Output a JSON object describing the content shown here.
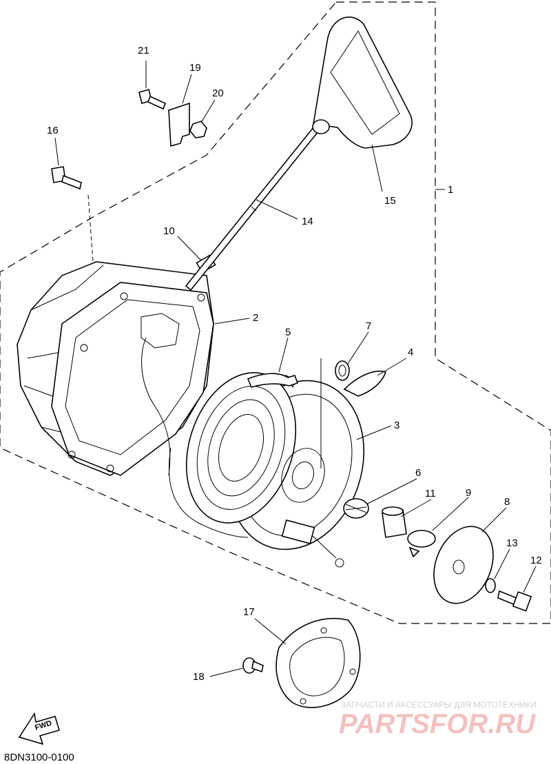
{
  "diagram": {
    "part_numbers": [
      "1",
      "2",
      "3",
      "4",
      "5",
      "6",
      "7",
      "8",
      "9",
      "10",
      "11",
      "12",
      "13",
      "14",
      "15",
      "16",
      "17",
      "18",
      "19",
      "20",
      "21"
    ],
    "forward_marker": "FWD",
    "diagram_code": "8DN3100-0100"
  },
  "watermark": {
    "tagline": "ЗАПЧАСТИ И АКСЕССУАРЫ ДЛЯ МОТОТЕХНИКИ",
    "brand": "PARTSFOR.RU",
    "brand_color": "#d83030"
  }
}
